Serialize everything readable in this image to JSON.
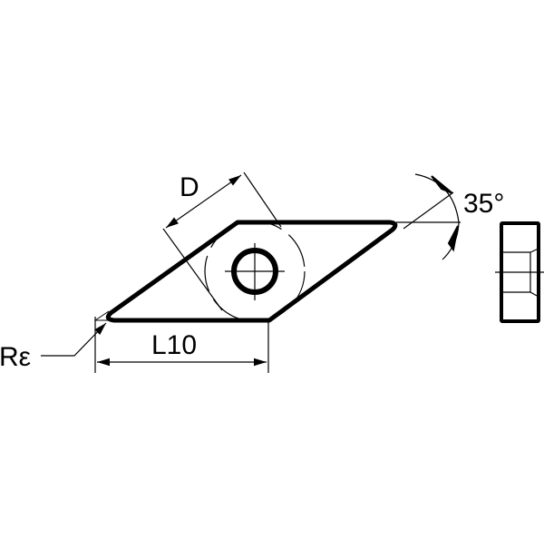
{
  "labels": {
    "diameter": "D",
    "length": "L10",
    "corner_radius": "Rε",
    "angle": "35°"
  },
  "colors": {
    "line": "#000000",
    "background": "#ffffff"
  }
}
